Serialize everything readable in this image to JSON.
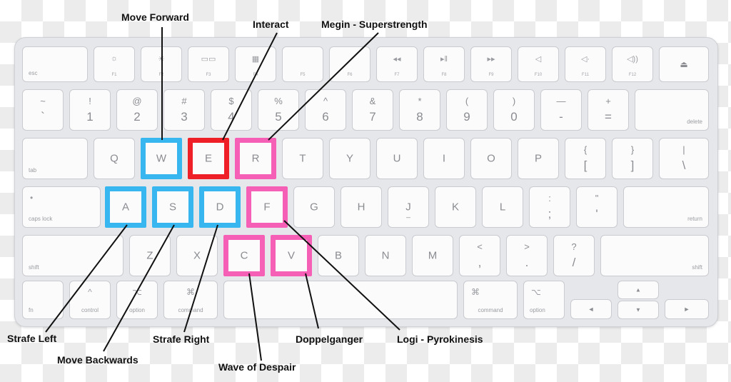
{
  "labels": {
    "move_forward": "Move Forward",
    "interact": "Interact",
    "megin": "Megin - Superstrength",
    "strafe_left": "Strafe Left",
    "move_backwards": "Move Backwards",
    "strafe_right": "Strafe Right",
    "wave_of_despair": "Wave of Despair",
    "doppelganger": "Doppelganger",
    "logi": "Logi - Pyrokinesis"
  },
  "highlight_colors": {
    "movement": "#38b6f0",
    "interact": "#ef1f27",
    "ability": "#f55fb5"
  },
  "keys": {
    "esc": "esc",
    "f1": "F1",
    "f2": "F2",
    "f3": "F3",
    "f4": "F4",
    "f5": "F5",
    "f6": "F6",
    "f7": "F7",
    "f8": "F8",
    "f9": "F9",
    "f10": "F10",
    "f11": "F11",
    "f12": "F12",
    "tilde_top": "~",
    "tilde_bot": "`",
    "n1_top": "!",
    "n1": "1",
    "n2_top": "@",
    "n2": "2",
    "n3_top": "#",
    "n3": "3",
    "n4_top": "$",
    "n4": "4",
    "n5_top": "%",
    "n5": "5",
    "n6_top": "^",
    "n6": "6",
    "n7_top": "&",
    "n7": "7",
    "n8_top": "*",
    "n8": "8",
    "n9_top": "(",
    "n9": "9",
    "n0_top": ")",
    "n0": "0",
    "minus_top": "—",
    "minus": "-",
    "equal_top": "+",
    "equal": "=",
    "delete": "delete",
    "tab": "tab",
    "q": "Q",
    "w": "W",
    "e": "E",
    "r": "R",
    "t": "T",
    "y": "Y",
    "u": "U",
    "i": "I",
    "o": "O",
    "p": "P",
    "lbrace_top": "{",
    "lbrace": "[",
    "rbrace_top": "}",
    "rbrace": "]",
    "pipe_top": "|",
    "pipe": "\\",
    "caps": "caps lock",
    "a": "A",
    "s": "S",
    "d": "D",
    "f": "F",
    "g": "G",
    "h": "H",
    "j": "J",
    "k": "K",
    "l": "L",
    "colon_top": ":",
    "colon": ";",
    "quote_top": "\"",
    "quote": "'",
    "return": "return",
    "shift": "shift",
    "z": "Z",
    "x": "X",
    "c": "C",
    "v": "V",
    "b": "B",
    "n": "N",
    "m": "M",
    "lt_top": "<",
    "lt": ",",
    "gt_top": ">",
    "gt": ".",
    "q_top": "?",
    "slash": "/",
    "fn": "fn",
    "control": "control",
    "option": "option",
    "command": "command",
    "cmd_sym": "⌘",
    "opt_sym": "⌥",
    "ctrl_sym": "^",
    "left": "◄",
    "right": "►",
    "up": "▲",
    "down": "▼"
  }
}
